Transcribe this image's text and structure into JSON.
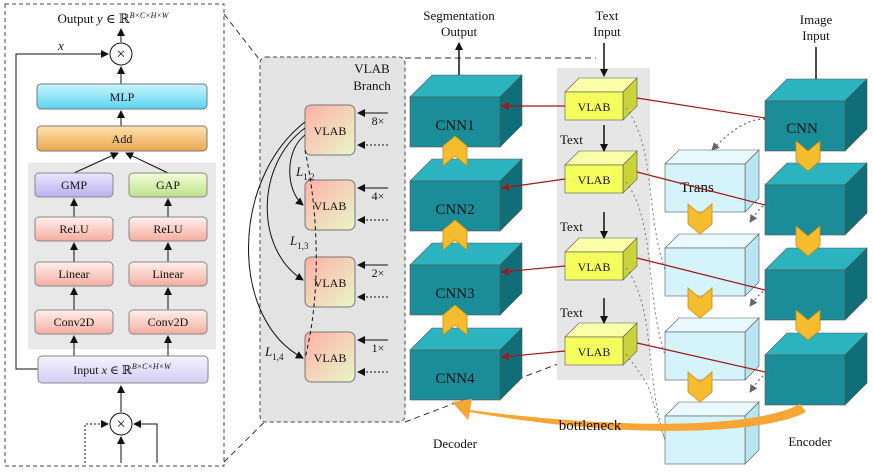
{
  "left_panel": {
    "output_label": "Output y ∈ ℝ^{B×C×H×W}",
    "output_prefix": "Output ",
    "output_y": "y",
    "output_set": " ∈ ℝ",
    "output_sup": "B×C×H×W",
    "x_label": "x",
    "mlp": "MLP",
    "add": "Add",
    "gmp": "GMP",
    "gap": "GAP",
    "relu": "ReLU",
    "linear": "Linear",
    "conv2d": "Conv2D",
    "input_prefix": "Input ",
    "input_x": "x",
    "input_set": " ∈ ℝ",
    "input_sup": "B×C×H×W",
    "multiply_symbol": "×"
  },
  "vlab_branch": {
    "title_line1": "VLAB",
    "title_line2": "Branch",
    "blocks": [
      {
        "label": "VLAB",
        "scale": "8×"
      },
      {
        "label": "VLAB",
        "scale": "4×"
      },
      {
        "label": "VLAB",
        "scale": "2×"
      },
      {
        "label": "VLAB",
        "scale": "1×"
      }
    ],
    "losses": [
      {
        "base": "L",
        "sub": "1,2"
      },
      {
        "base": "L",
        "sub": "1,3"
      },
      {
        "base": "L",
        "sub": "1,4"
      }
    ]
  },
  "main": {
    "segmentation_output_line1": "Segmentation",
    "segmentation_output_line2": "Output",
    "text_input_line1": "Text",
    "text_input_line2": "Input",
    "image_input_line1": "Image",
    "image_input_line2": "Input",
    "decoder_blocks": [
      "CNN1",
      "CNN2",
      "CNN3",
      "CNN4"
    ],
    "text_labels": [
      "Text",
      "Text",
      "Text"
    ],
    "vlab_blocks": [
      "VLAB",
      "VLAB",
      "VLAB",
      "VLAB"
    ],
    "encoder_cnn": "CNN",
    "trans": "Trans",
    "bottleneck": "bottleneck",
    "decoder": "Decoder",
    "encoder": "Encoder"
  },
  "colors": {
    "cnn_front": "#1a8d99",
    "cnn_top": "#2bb3bf",
    "cnn_side": "#0f6e78",
    "trans_fill": "#d5f3fb",
    "vlab_fill": "#f5ff5c",
    "chevron": "#f5bd2e",
    "arrow_red": "#a01818",
    "bottleneck": "#f7a534",
    "mlp_fill": "#7fe0f5",
    "add_fill": "#f2c27a",
    "gray_panel": "#e6e6e6"
  }
}
